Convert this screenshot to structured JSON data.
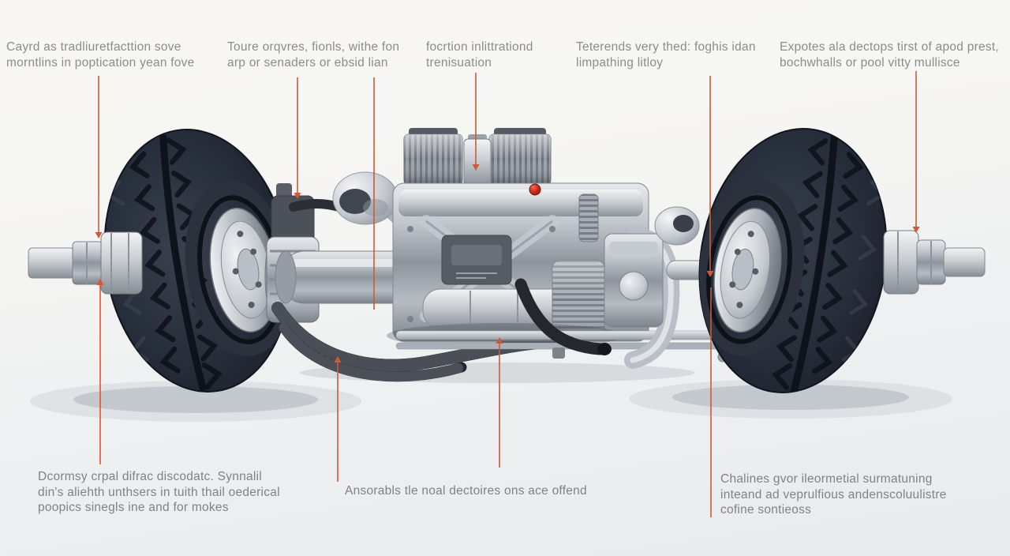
{
  "meta": {
    "title": "Annotated drivetrain cutaway illustration",
    "subject": "truck axle, wheels and engine assembly with callout labels"
  },
  "palette": {
    "background_top": "#f8f7f4",
    "background_bottom": "#e8ebee",
    "leader_line": "#cb5a3b",
    "leader_line_bright": "#e0562c",
    "label_text_top": "#8d8c89",
    "label_text_bottom": "#7f8287",
    "tire_dark": "#1c222d",
    "metal_silver": "#b6bcc4",
    "hose_black": "#1e2126",
    "indicator_red": "#c12a1a"
  },
  "annotations": {
    "top": [
      {
        "id": "top-left",
        "text": "Cayrd as tradliuretfacttion sove\nmorntlins in poptication yean fove"
      },
      {
        "id": "top-center-left",
        "text": "Toure orqvres, fionls, withe fon\narp or senaders or ebsid lian"
      },
      {
        "id": "top-middle",
        "text": "focrtion inlittrationd\ntrenisuation"
      },
      {
        "id": "top-center-right",
        "text": "Teterends very thed: foghis idan\nlimpathing litloy"
      },
      {
        "id": "top-right",
        "text": "Expotes ala dectops tirst of apod prest,\nbochwhalls or pool vitty mullisce"
      }
    ],
    "bottom": [
      {
        "id": "bottom-left",
        "text": "Dcormsy crpal difrac discodatc. Synnalil\ndin's aliehth unthsers in tuith thail oederical\npoopics sinegls ine and for mokes"
      },
      {
        "id": "bottom-middle",
        "text": "Ansorabls tle noal dectoires ons ace offend"
      },
      {
        "id": "bottom-right",
        "text": "Chalines gvor ileormetial surmatuning\ninteand ad veprulfious andenscoluulistre\ncofine sontieoss"
      }
    ]
  },
  "illustration": {
    "parts": [
      "left-axle-shaft",
      "left-wheel",
      "left-brake-caliper",
      "axle-tube",
      "intake-horn",
      "engine-block",
      "cylinder-heads",
      "red-indicator",
      "ribbed-drum",
      "transfer-case",
      "turbo-horn",
      "driveshaft",
      "chassis-rail",
      "black-hoses",
      "exhaust-elbow",
      "right-wheel",
      "right-axle-shaft"
    ],
    "callouts": 8
  }
}
